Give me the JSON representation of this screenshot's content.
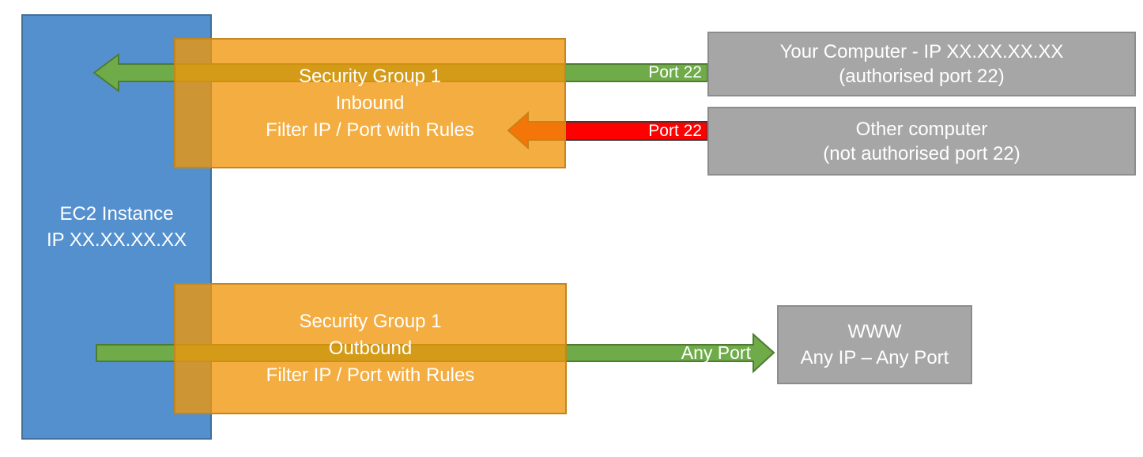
{
  "title": "EC2 Security Group diagram",
  "colors": {
    "background": "#FFFFFF",
    "text": "#FFFFFF",
    "blue_fill": "#5490CE",
    "blue_border": "#41719C",
    "orange_fill": "rgba(241,150,10,0.78)",
    "orange_border": "#C2861F",
    "green_fill": "#6FAC49",
    "green_border": "#4F7B31",
    "red_fill": "#FE0000",
    "red_border": "#3B3B3B",
    "gray_fill": "#A6A6A6",
    "gray_border": "#8C8C8C"
  },
  "ec2_box": {
    "line1": "EC2 Instance",
    "line2": "IP XX.XX.XX.XX"
  },
  "inbound_sg_box": {
    "line1": "Security Group 1",
    "line2": "Inbound",
    "line3": "Filter IP / Port with Rules"
  },
  "outbound_sg_box": {
    "line1": "Security Group 1",
    "line2": "Outbound",
    "line3": "Filter IP / Port with Rules"
  },
  "your_computer_box": {
    "line1": "Your Computer - IP XX.XX.XX.XX",
    "line2": "(authorised port 22)"
  },
  "other_computer_box": {
    "line1": "Other computer",
    "line2": "(not authorised port 22)"
  },
  "www_box": {
    "line1": "WWW",
    "line2": "Any IP – Any Port"
  },
  "arrows": {
    "inbound_allowed_label": "Port 22",
    "inbound_blocked_label": "Port 22",
    "outbound_label": "Any Port"
  }
}
